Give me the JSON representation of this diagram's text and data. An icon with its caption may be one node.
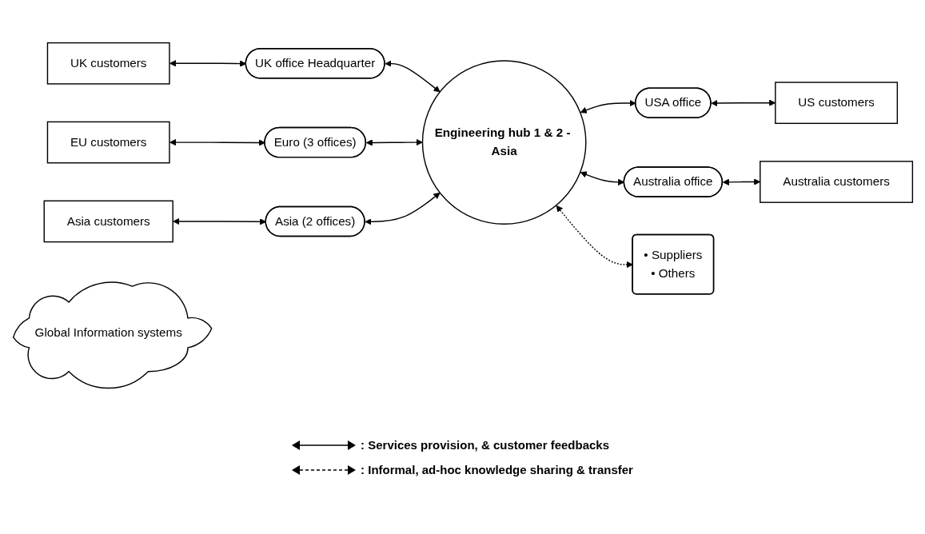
{
  "diagram": {
    "nodes": [
      {
        "text": [
          "UK customers"
        ]
      },
      {
        "text": [
          "UK office Headquarter"
        ]
      },
      {
        "text": [
          "USA office"
        ]
      },
      {
        "text": [
          "US customers"
        ]
      },
      {
        "text": [
          "EU customers"
        ]
      },
      {
        "text": [
          "Euro (3 offices)"
        ]
      },
      {
        "text": [
          "Engineering hub 1 & 2 - Asia"
        ]
      },
      {
        "text": [
          "Australia office"
        ]
      },
      {
        "text": [
          "Australia customers"
        ]
      },
      {
        "text": [
          "Asia customers"
        ]
      },
      {
        "text": [
          "Asia (2 offices)"
        ]
      },
      {
        "text": [
          "Global Information systems"
        ]
      },
      {
        "text": [
          "• Suppliers",
          "• Others"
        ]
      }
    ],
    "edges": [
      {
        "from": 0,
        "to": 1,
        "arrow": "both"
      },
      {
        "from": 1,
        "to": 6,
        "arrow": "both"
      },
      {
        "from": 6,
        "to": 2,
        "arrow": "both"
      },
      {
        "from": 2,
        "to": 3,
        "arrow": "both"
      },
      {
        "from": 4,
        "to": 5,
        "arrow": "both"
      },
      {
        "from": 5,
        "to": 6,
        "arrow": "both"
      },
      {
        "from": 6,
        "to": 7,
        "arrow": "both"
      },
      {
        "from": 7,
        "to": 8,
        "arrow": "both"
      },
      {
        "from": 9,
        "to": 10,
        "arrow": "both"
      },
      {
        "from": 10,
        "to": 6,
        "arrow": "both"
      },
      {
        "from": 6,
        "to": 12,
        "arrow": "both",
        "style": "dashed"
      }
    ],
    "legend": [
      {
        "text": ": Services provision, & customer feedbacks"
      },
      {
        "text": ": Informal, ad-hoc knowledge sharing & transfer"
      }
    ]
  }
}
